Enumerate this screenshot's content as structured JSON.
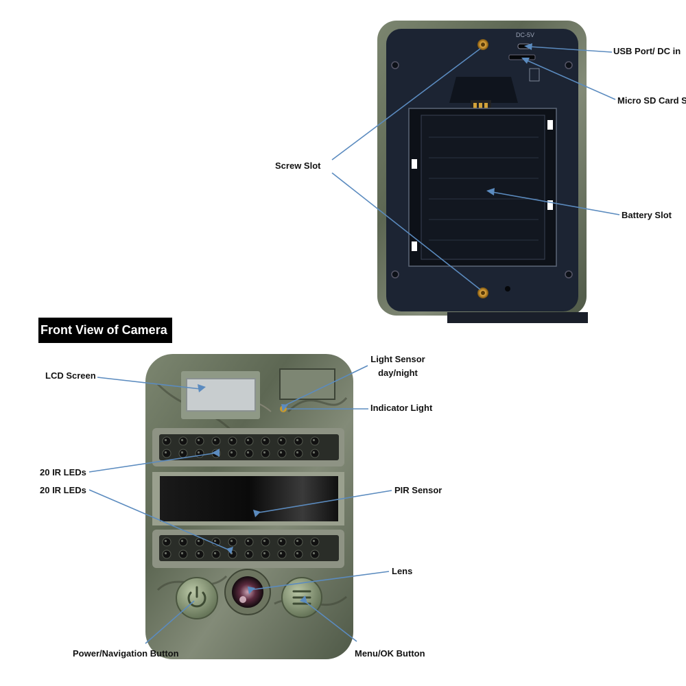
{
  "section_title": "Front View of Camera",
  "back_view": {
    "port_marking": "DC-5V",
    "labels": {
      "usb_port": "USB Port/ DC in",
      "micro_sd": "Micro SD Card S",
      "screw_slot": "Screw Slot",
      "battery_slot": "Battery Slot"
    }
  },
  "front_view": {
    "labels": {
      "lcd_screen": "LCD Screen",
      "light_sensor_line1": "Light Sensor",
      "light_sensor_line2": "day/night",
      "indicator_light": "Indicator Light",
      "ir_leds_top": "20 IR LEDs",
      "ir_leds_bottom": "20 IR LEDs",
      "pir_sensor": "PIR Sensor",
      "lens": "Lens",
      "power_button": "Power/Navigation Button",
      "menu_button": "Menu/OK Button"
    }
  },
  "colors": {
    "leader_line": "#5b8bbf",
    "camo_base": "#6f7a63",
    "back_panel": "#1c2433",
    "text": "#111111"
  }
}
